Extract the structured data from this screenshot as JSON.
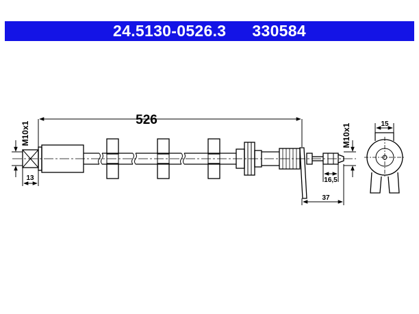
{
  "header": {
    "part_number": "24.5130-0526.3",
    "ref_number": "330584"
  },
  "dimensions": {
    "total_length": "526",
    "left_thread": "M10x1",
    "left_fitting": "13",
    "right_thread": "M10x1",
    "nut_length": "16,5",
    "bracket_offset": "37",
    "end_width": "15"
  },
  "colors": {
    "header_bg": "#1414e6",
    "header_text": "#ffffff",
    "line": "#000000"
  }
}
